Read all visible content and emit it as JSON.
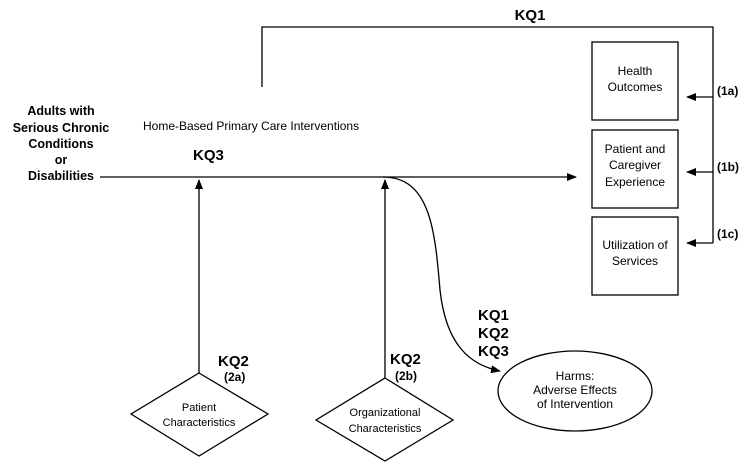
{
  "population": {
    "lines": [
      "Adults with",
      "Serious Chronic",
      "Conditions",
      "or",
      "Disabilities"
    ]
  },
  "intervention_label": "Home-Based Primary Care Interventions",
  "kq_top": "KQ1",
  "kq3_label": "KQ3",
  "outcomes": [
    {
      "lines": [
        "Health",
        "Outcomes"
      ],
      "tag": "(1a)"
    },
    {
      "lines": [
        "Patient and",
        "Caregiver",
        "Experience"
      ],
      "tag": "(1b)"
    },
    {
      "lines": [
        "Utilization of",
        "Services"
      ],
      "tag": "(1c)"
    }
  ],
  "harms": {
    "kq_labels": [
      "KQ1",
      "KQ2",
      "KQ3"
    ],
    "lines": [
      "Harms:",
      "Adverse Effects",
      "of Intervention"
    ]
  },
  "moderators": [
    {
      "kq": "KQ2",
      "tag": "(2a)",
      "lines": [
        "Patient",
        "Characteristics"
      ]
    },
    {
      "kq": "KQ2",
      "tag": "(2b)",
      "lines": [
        "Organizational",
        "Characteristics"
      ]
    }
  ]
}
